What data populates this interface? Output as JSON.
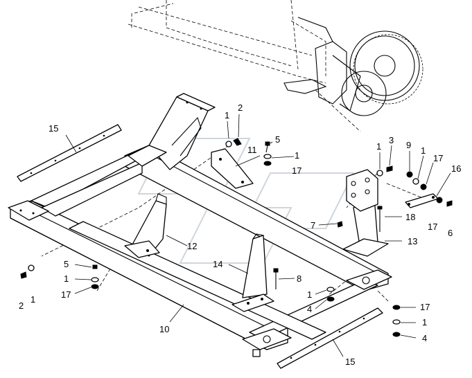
{
  "labels": {
    "l2a": "2",
    "l1a": "1",
    "l5a": "5",
    "l1b": "1",
    "l17a": "17",
    "l11": "11",
    "l15a": "15",
    "l1c": "1",
    "l3": "3",
    "l9": "9",
    "l1d": "1",
    "l17b": "17",
    "l16": "16",
    "l18": "18",
    "l17c": "17",
    "l6": "6",
    "l7": "7",
    "l13": "13",
    "l12": "12",
    "l14": "14",
    "l8": "8",
    "l5b": "5",
    "l1e": "1",
    "l17d": "17",
    "l2b": "2",
    "l1f": "1",
    "l1g": "1",
    "l4a": "4",
    "l10": "10",
    "l17e": "17",
    "l1h": "1",
    "l4b": "4",
    "l15b": "15"
  },
  "colors": {
    "ink": "#000000",
    "paper": "#ffffff",
    "watermark": "#cfd6dc"
  }
}
